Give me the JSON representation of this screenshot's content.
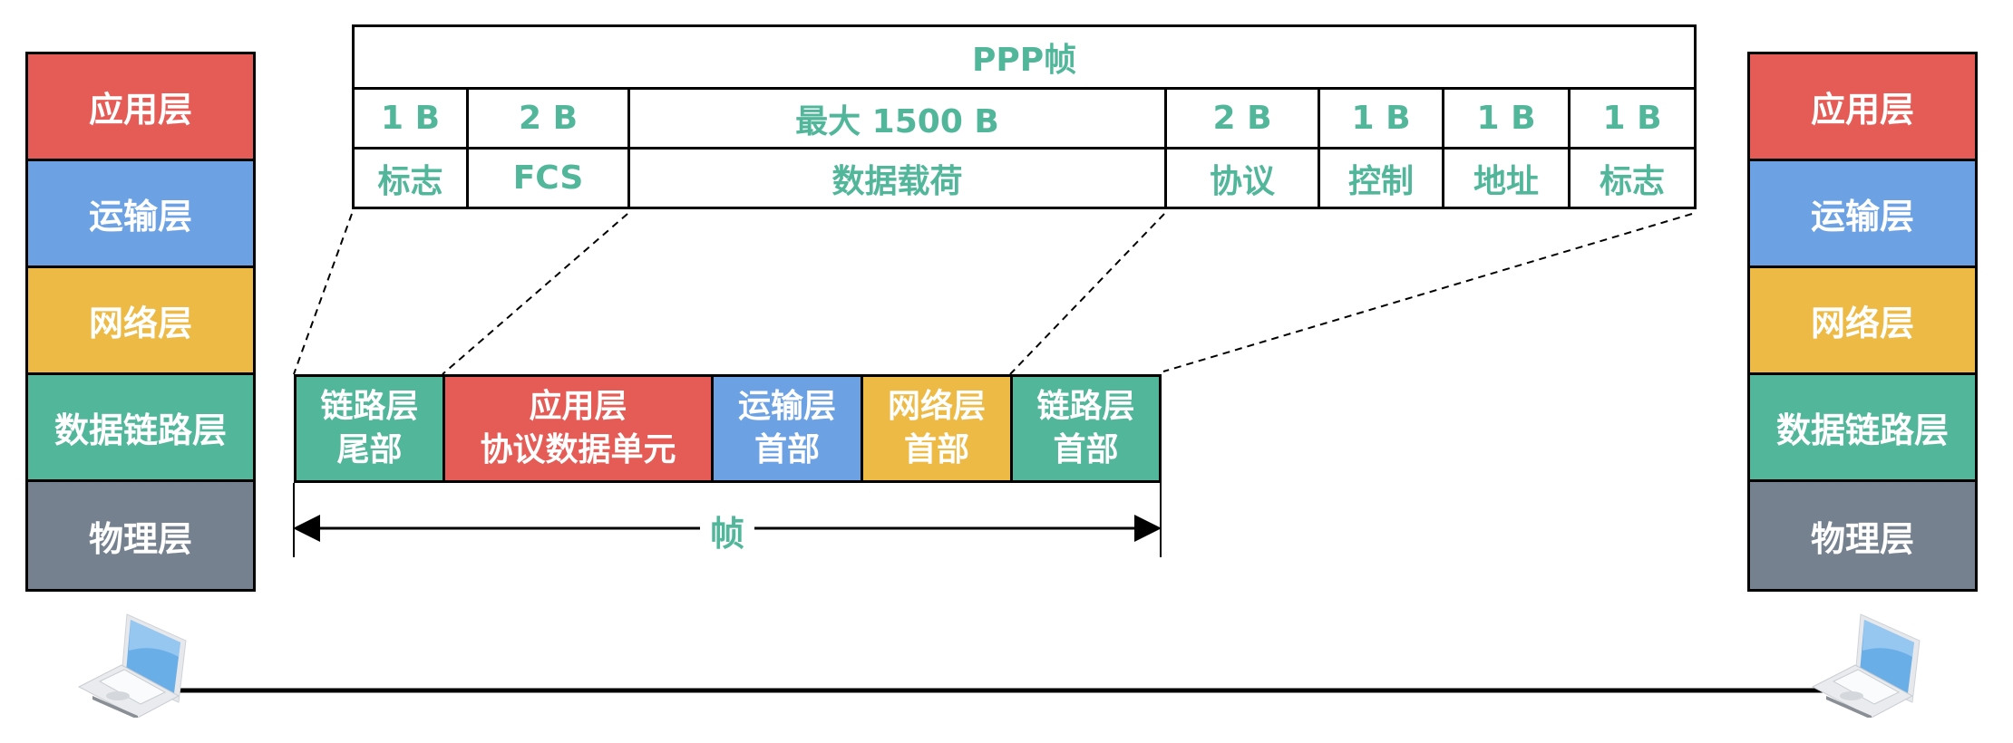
{
  "stack_left": {
    "layers": [
      {
        "label": "应用层",
        "color": "#E55C57"
      },
      {
        "label": "运输层",
        "color": "#6CA1E3"
      },
      {
        "label": "网络层",
        "color": "#ECBA45"
      },
      {
        "label": "数据链路层",
        "color": "#52B79A"
      },
      {
        "label": "物理层",
        "color": "#76818F"
      }
    ]
  },
  "stack_right": {
    "layers": [
      {
        "label": "应用层",
        "color": "#E55C57"
      },
      {
        "label": "运输层",
        "color": "#6CA1E3"
      },
      {
        "label": "网络层",
        "color": "#ECBA45"
      },
      {
        "label": "数据链路层",
        "color": "#52B79A"
      },
      {
        "label": "物理层",
        "color": "#76818F"
      }
    ]
  },
  "ppp_table": {
    "title": "PPP帧",
    "sizes": [
      "1 B",
      "2 B",
      "最大 1500 B",
      "2 B",
      "1 B",
      "1 B",
      "1 B"
    ],
    "fields": [
      "标志",
      "FCS",
      "数据载荷",
      "协议",
      "控制",
      "地址",
      "标志"
    ],
    "text_color": "#52B79A"
  },
  "frame": {
    "segments": [
      {
        "line1": "链路层",
        "line2": "尾部",
        "color": "#52B79A"
      },
      {
        "line1": "应用层",
        "line2": "协议数据单元",
        "color": "#E55C57"
      },
      {
        "line1": "运输层",
        "line2": "首部",
        "color": "#6CA1E3"
      },
      {
        "line1": "网络层",
        "line2": "首部",
        "color": "#ECBA45"
      },
      {
        "line1": "链路层",
        "line2": "首部",
        "color": "#52B79A"
      }
    ],
    "span_label": "帧"
  },
  "devices": {
    "left": "laptop-icon",
    "right": "laptop-icon"
  }
}
